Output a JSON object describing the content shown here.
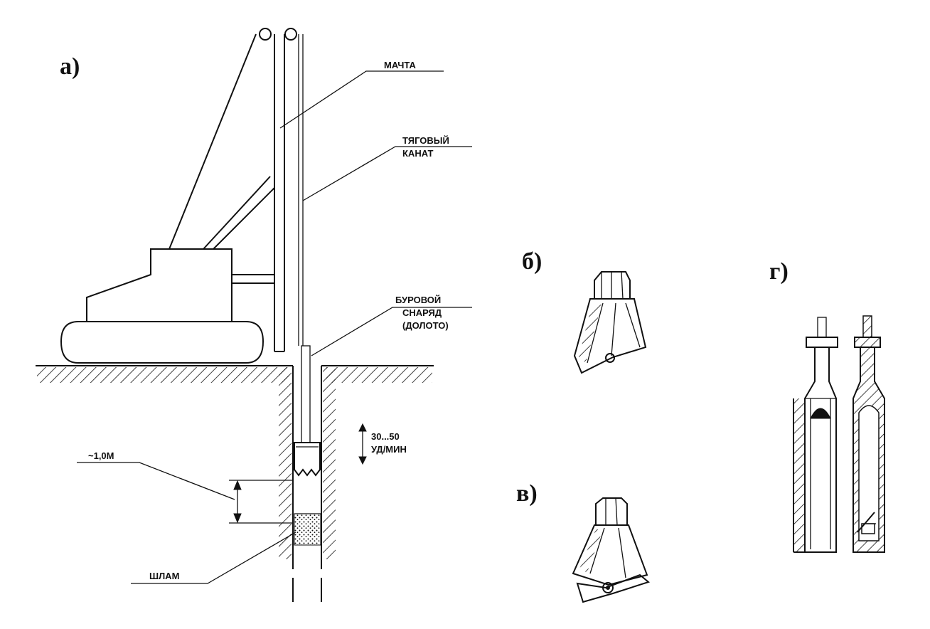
{
  "figure_labels": {
    "a": "а)",
    "b": "б)",
    "v": "в)",
    "g": "г)"
  },
  "callouts": {
    "mast": "МАЧТА",
    "rope_line1": "ТЯГОВЫЙ",
    "rope_line2": "КАНАТ",
    "tool_line1": "БУРОВОЙ",
    "tool_line2": "СНАРЯД",
    "tool_line3": "(ДОЛОТО)",
    "rate_line1": "30...50",
    "rate_line2": "УД/МИН",
    "stroke": "~1,0М",
    "sludge": "ШЛАМ"
  },
  "colors": {
    "ink": "#111111",
    "paper": "#ffffff"
  }
}
